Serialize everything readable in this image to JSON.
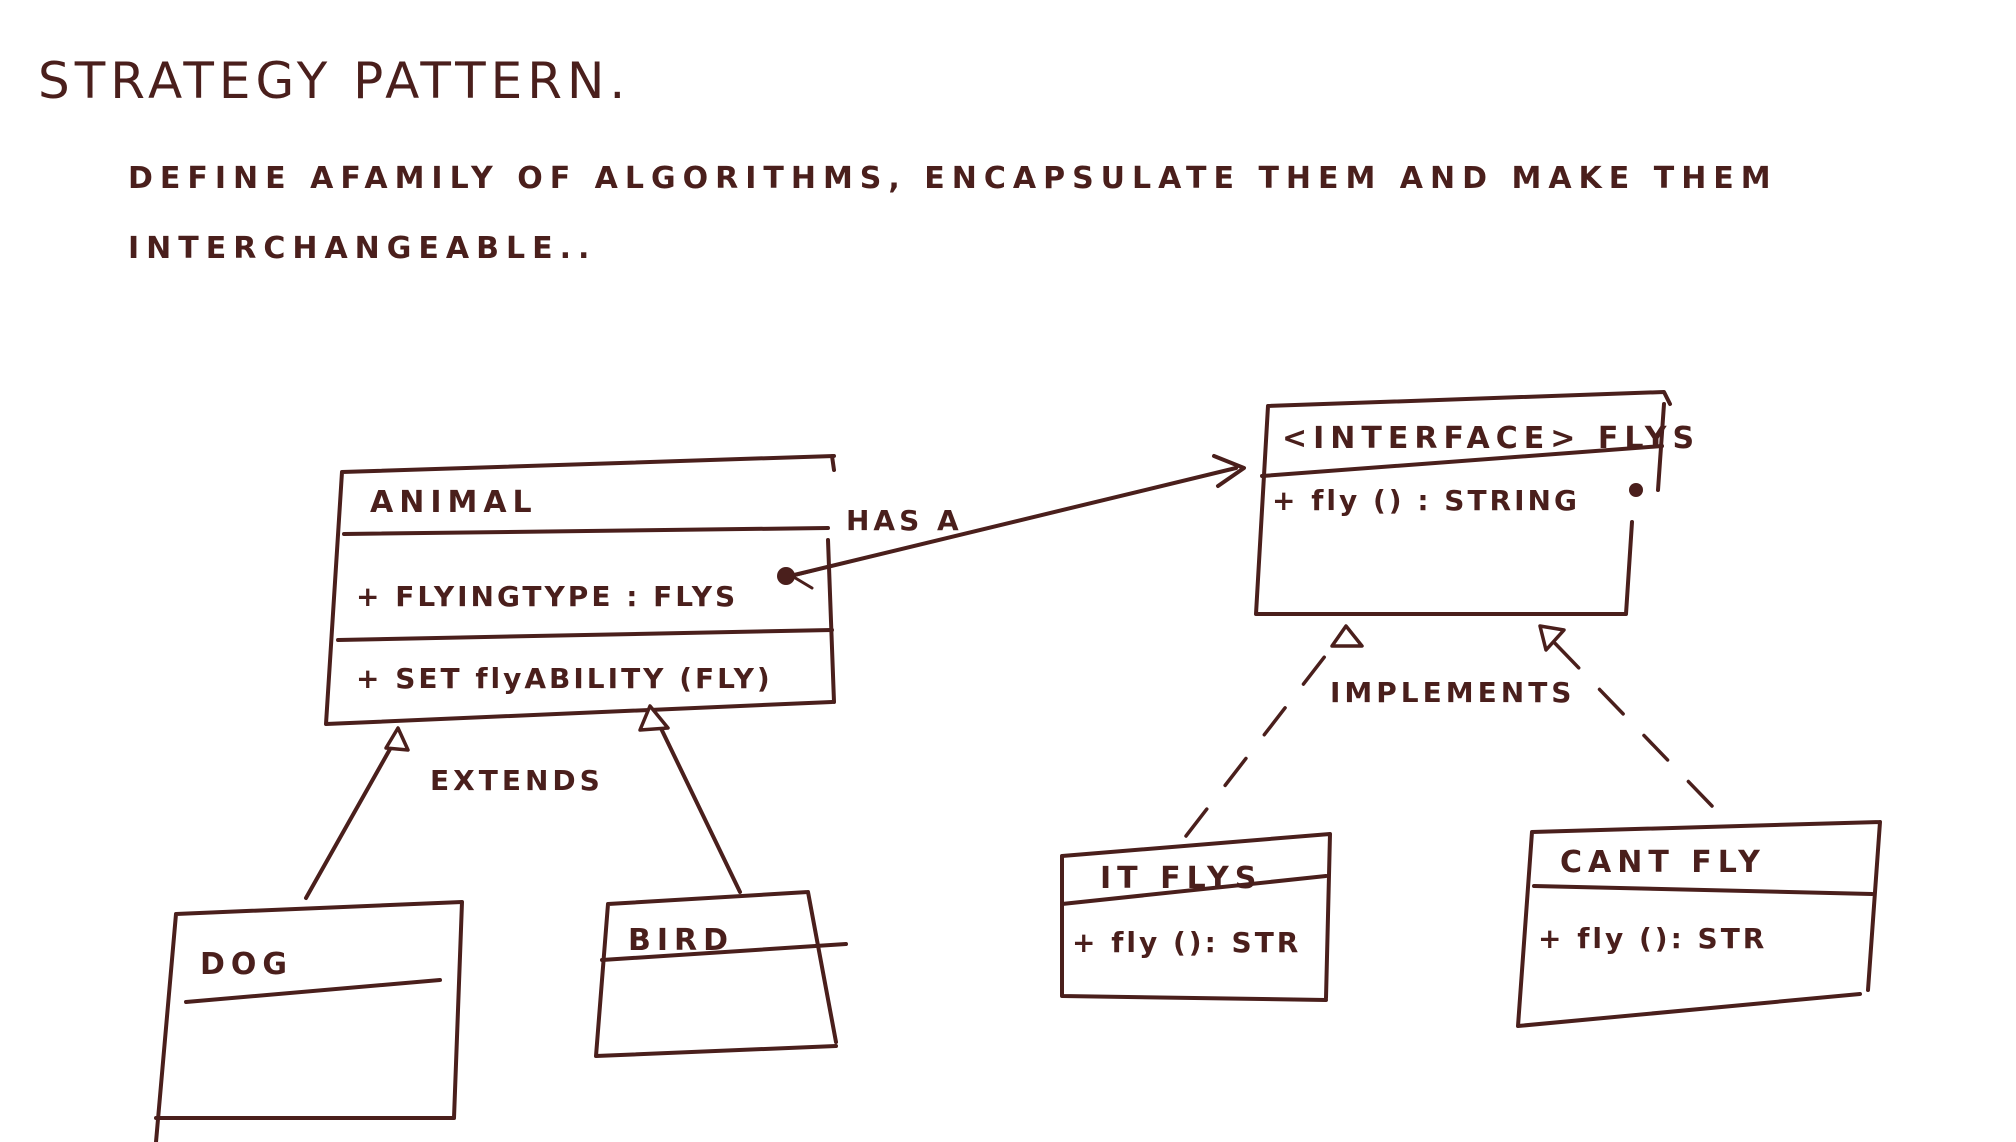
{
  "title": "STRATEGY PATTERN.",
  "description": {
    "line1": "DEFINE AFAMILY OF ALGORITHMS, ENCAPSULATE THEM AND MAKE THEM",
    "line2": "INTERCHANGEABLE.."
  },
  "classes": {
    "animal": {
      "name": "ANIMAL",
      "attribute": "+ FLYINGTYPE : FLYS",
      "method": "+ SET flyABILITY (FLY)"
    },
    "flys": {
      "name": "<INTERFACE> FLYS",
      "method": "+ fly () : STRING"
    },
    "dog": {
      "name": "DOG"
    },
    "bird": {
      "name": "BIRD"
    },
    "it_flys": {
      "name": "IT FLYS",
      "method": "+ fly (): STR"
    },
    "cant_fly": {
      "name": "CANT FLY",
      "method": "+ fly (): STR"
    }
  },
  "relations": {
    "has_a": "HAS A",
    "extends": "EXTENDS",
    "implements": "IMPLEMENTS"
  },
  "colors": {
    "ink": "#4a1f1c",
    "background": "#ffffff"
  }
}
